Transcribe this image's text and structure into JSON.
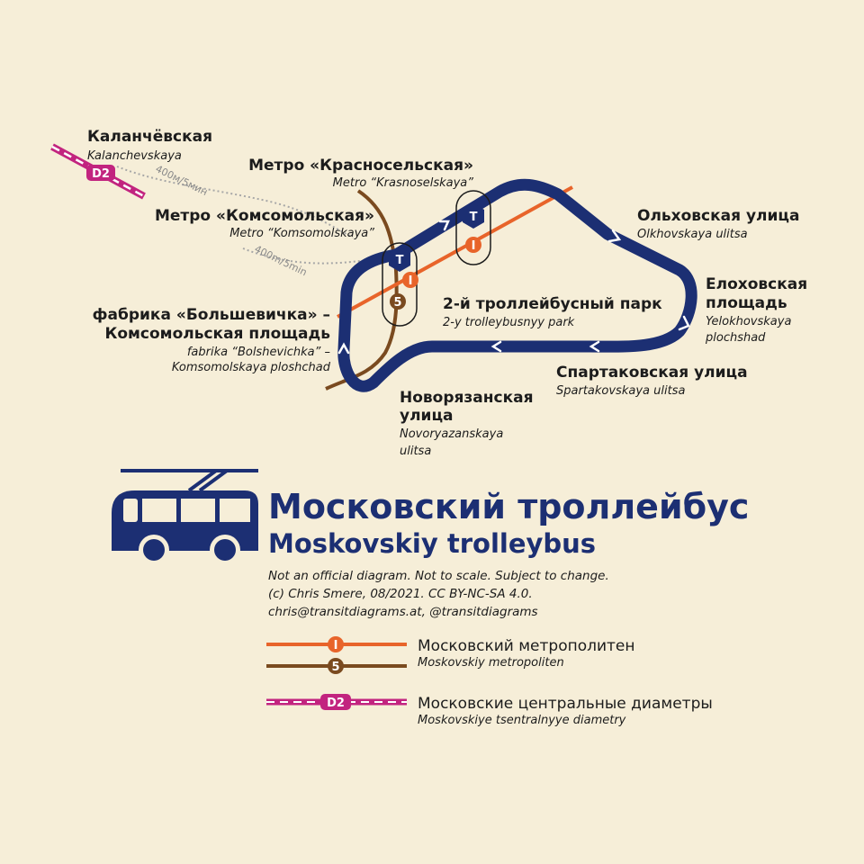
{
  "stations": {
    "kalanchevskaya": {
      "ru": "Каланчёвская",
      "lat": "Kalanchevskaya"
    },
    "krasnoselskaya": {
      "ru": "Метро «Красносельская»",
      "lat": "Metro “Krasnoselskaya”"
    },
    "komsomolskaya": {
      "ru": "Метро «Комсомольская»",
      "lat": "Metro “Komsomolskaya”"
    },
    "bolshevichka": {
      "ru1": "фабрика «Большевичка» –",
      "ru2": "Комсомольская площадь",
      "lat1": "fabrika “Bolshevichka” –",
      "lat2": "Komsomolskaya ploshchad"
    },
    "park": {
      "ru": "2-й троллейбусный парк",
      "lat": "2-y trolleybusnyy park"
    },
    "olkhovskaya": {
      "ru": "Ольховская улица",
      "lat": "Olkhovskaya ulitsa"
    },
    "yelokhovskaya": {
      "ru1": "Елоховская",
      "ru2": "площадь",
      "lat1": "Yelokhovskaya",
      "lat2": "plochshad"
    },
    "spartakovskaya": {
      "ru": "Спартаковская улица",
      "lat": "Spartakovskaya ulitsa"
    },
    "novoryazanskaya": {
      "ru1": "Новорязанская",
      "ru2": "улица",
      "lat1": "Novoryazanskaya",
      "lat2": "ulitsa"
    }
  },
  "walks": {
    "upper": "400м/5мин",
    "lower": "400m/5min"
  },
  "badges": {
    "d2": "D2",
    "line1": "I",
    "line5": "5",
    "trolley": "T"
  },
  "title": {
    "ru": "Московский троллейбус",
    "lat": "Moskovskiy trolleybus"
  },
  "notes": [
    "Not an official diagram. Not to scale. Subject to change.",
    "(c) Chris Smere, 08/2021. CC BY-NC-SA 4.0.",
    "chris@transitdiagrams.at, @transitdiagrams"
  ],
  "legend": [
    {
      "ru": "Московский метрополитен",
      "lat": "Moskovskiy metropoliten"
    },
    {
      "ru": "Московские центральные диаметры",
      "lat": "Moskovskiye tsentralnyye diametry"
    }
  ],
  "colors": {
    "background": "#f6eed8",
    "trolleybus": "#1c2f73",
    "metro_line_1": "#e8642a",
    "metro_line_5": "#7a4a1f",
    "mcd_d2": "#c2247f",
    "walk": "#a7a7a7"
  }
}
